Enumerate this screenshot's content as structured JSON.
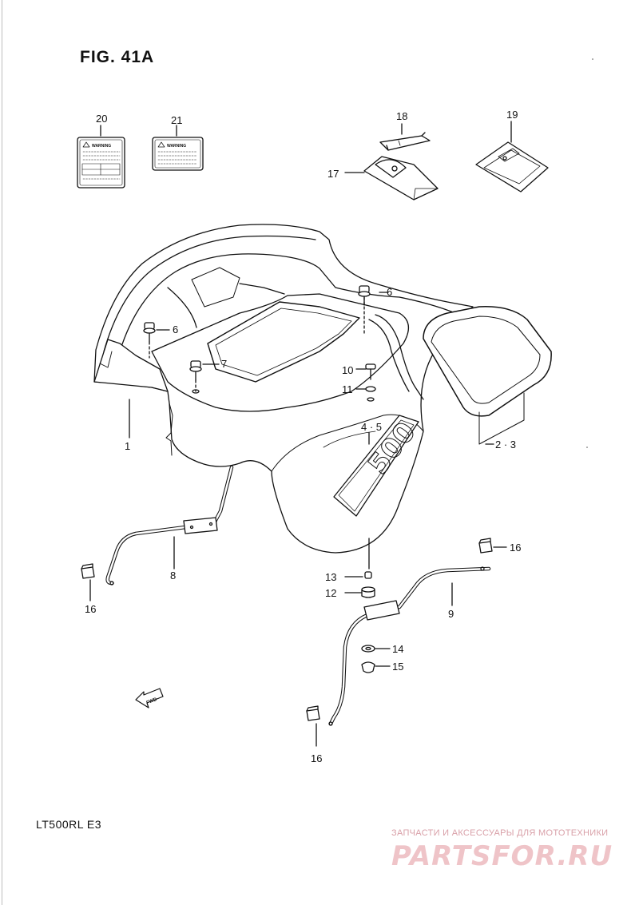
{
  "figure": {
    "title": "FIG. 41A",
    "model": "LT500RL  E3"
  },
  "labels": {
    "warning_word": "WARNING",
    "fender_badge": "500"
  },
  "callouts": [
    "1",
    "2 · 3",
    "4 · 5",
    "6",
    "6",
    "7",
    "8",
    "9",
    "10",
    "11",
    "12",
    "13",
    "14",
    "15",
    "16",
    "16",
    "16",
    "17",
    "18",
    "19",
    "20",
    "21"
  ],
  "fwd_label": "FWD",
  "watermark": {
    "tagline": "ЗАПЧАСТИ И АКСЕССУАРЫ ДЛЯ МОТОТЕХНИКИ",
    "brand": "PARTSFOR.RU"
  },
  "colors": {
    "line": "#111111",
    "page": "#ffffff",
    "watermark": "#efc4c8"
  }
}
